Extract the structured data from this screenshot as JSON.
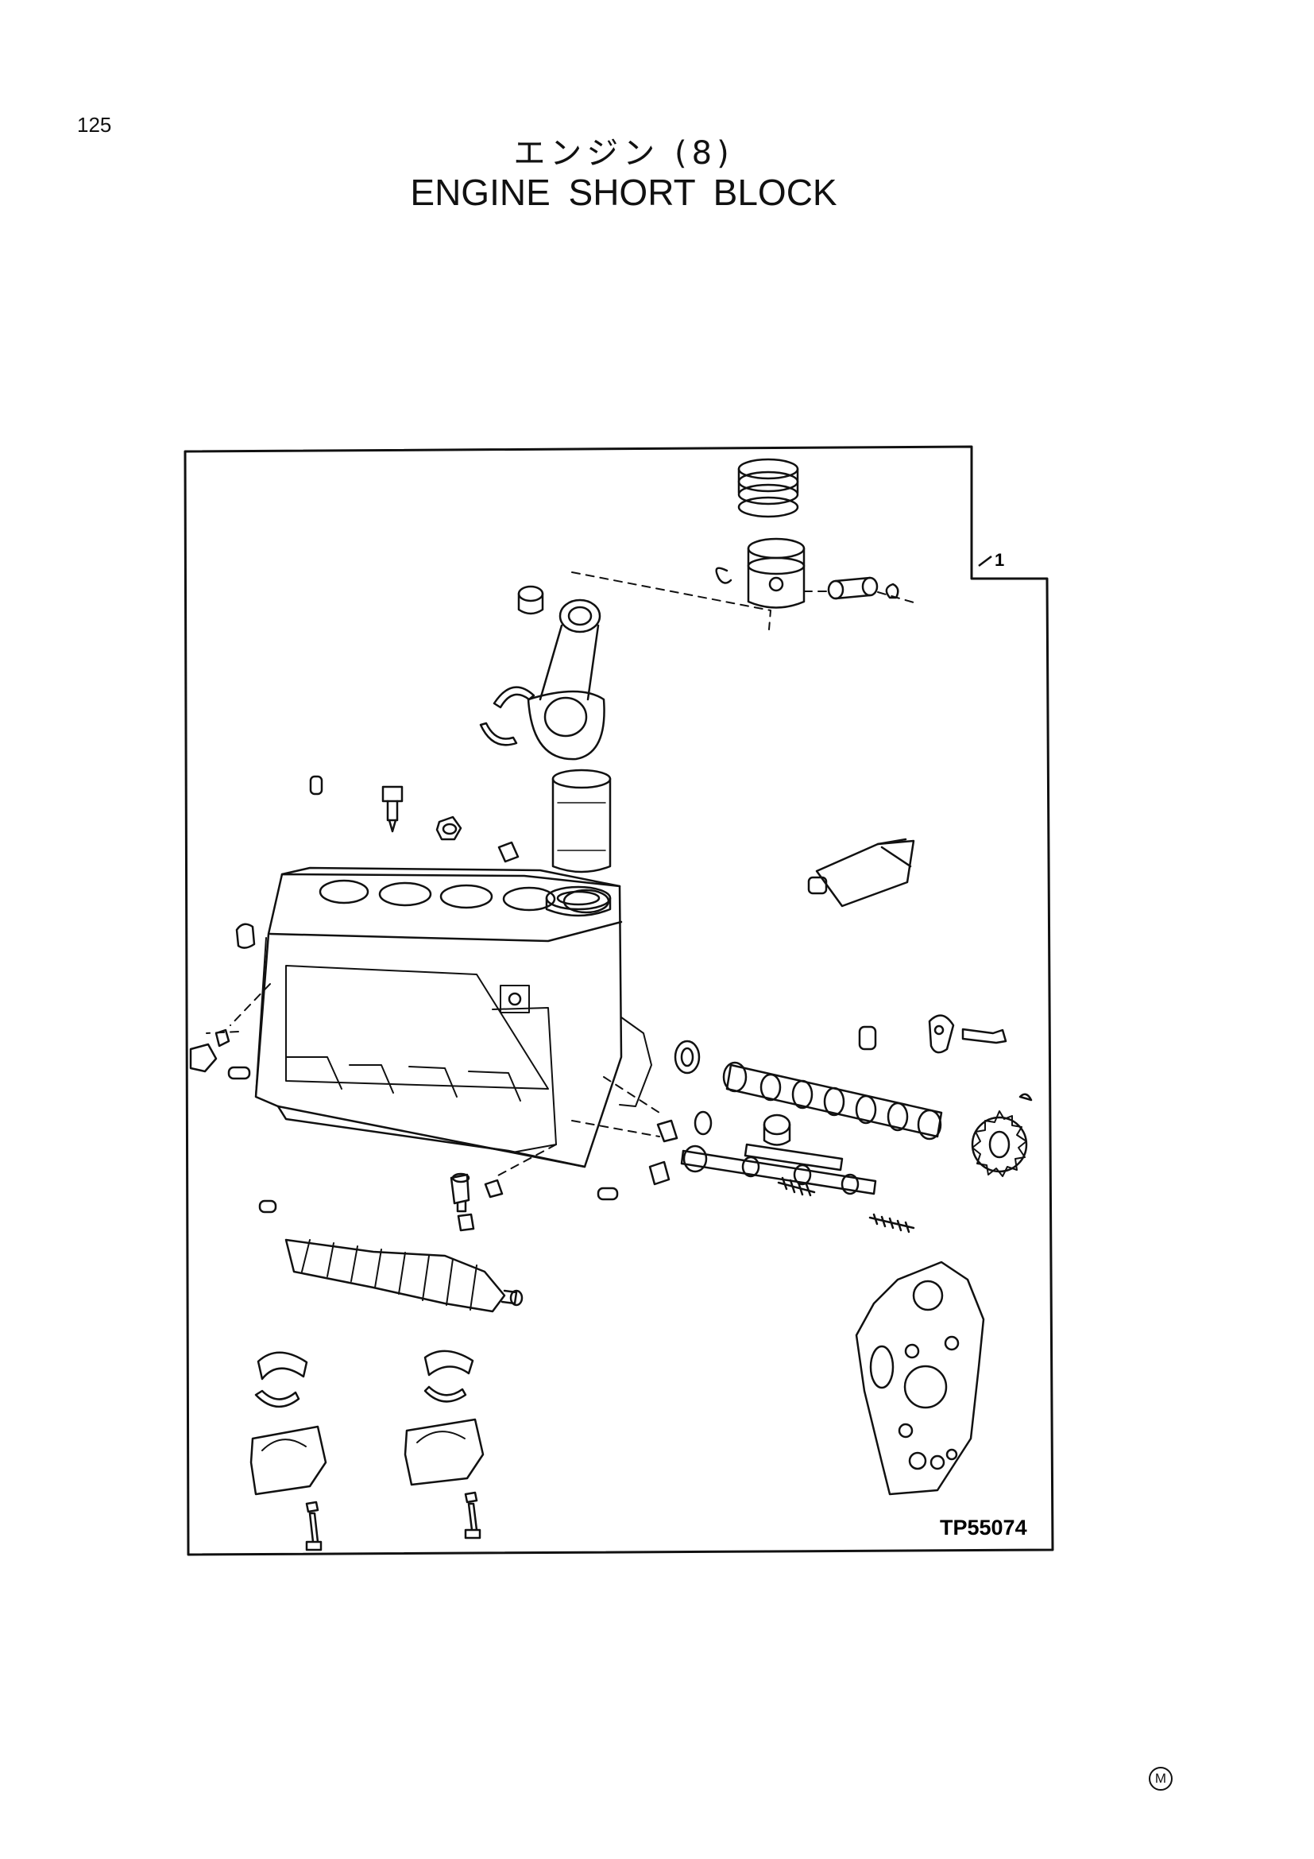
{
  "page": {
    "number": "125",
    "title_jp": "エンジン (8)",
    "title_en": "ENGINE  SHORT  BLOCK"
  },
  "diagram": {
    "callouts": [
      "1"
    ],
    "figure_code": "TP55074"
  },
  "footer": {
    "mark": "M"
  }
}
